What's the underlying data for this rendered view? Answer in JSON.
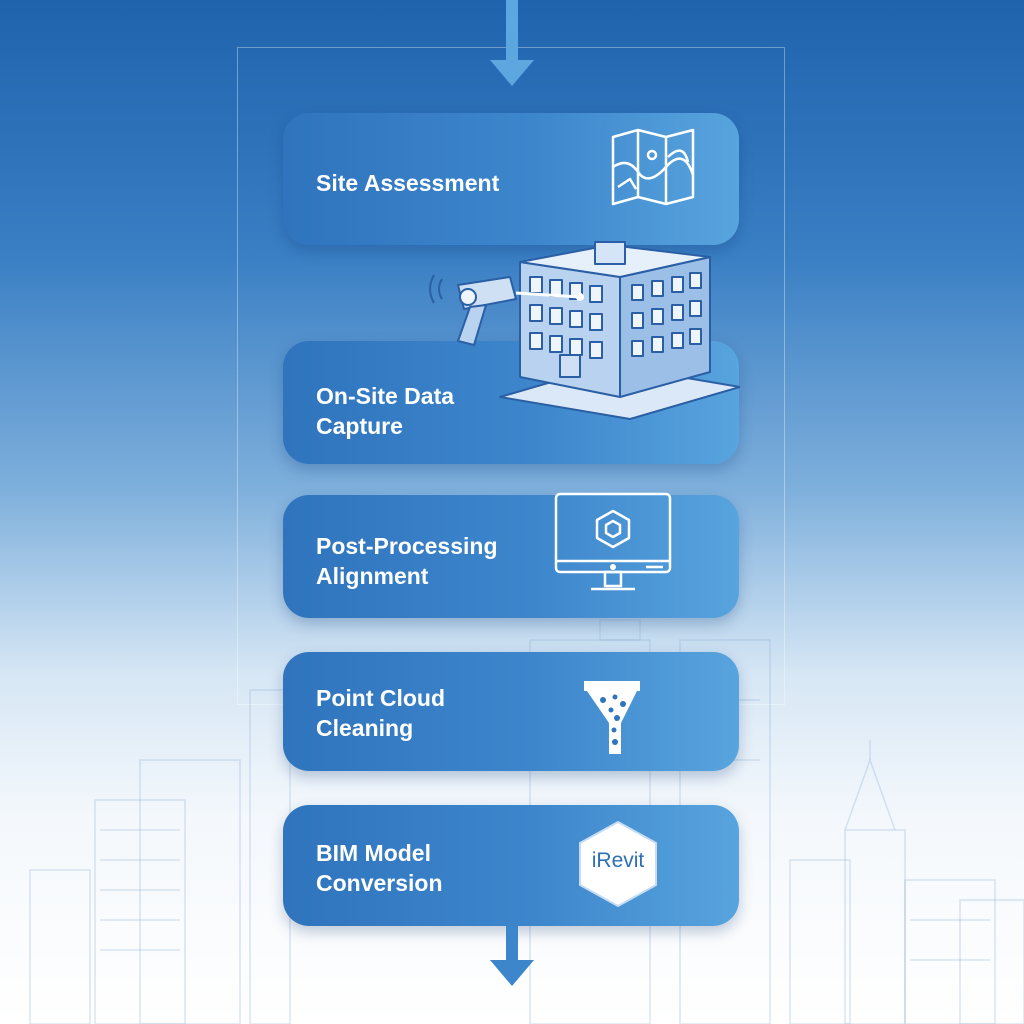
{
  "steps": [
    {
      "label_lines": [
        "Site Assessment"
      ],
      "icon": "map-icon"
    },
    {
      "label_lines": [
        "On-Site Data",
        "Capture"
      ],
      "icon": "laser-scanner-building-icon"
    },
    {
      "label_lines": [
        "Post-Processing",
        "Alignment"
      ],
      "icon": "monitor-hexagon-icon"
    },
    {
      "label_lines": [
        "Point Cloud",
        "Cleaning"
      ],
      "icon": "filter-funnel-icon"
    },
    {
      "label_lines": [
        "BIM Model",
        "Conversion"
      ],
      "icon": "revit-logo-icon"
    }
  ],
  "revit_logo_text": "iRevit",
  "colors": {
    "step_fill": "#3d86cc",
    "background_top": "#1f63ad",
    "icon_line": "#ffffff"
  }
}
